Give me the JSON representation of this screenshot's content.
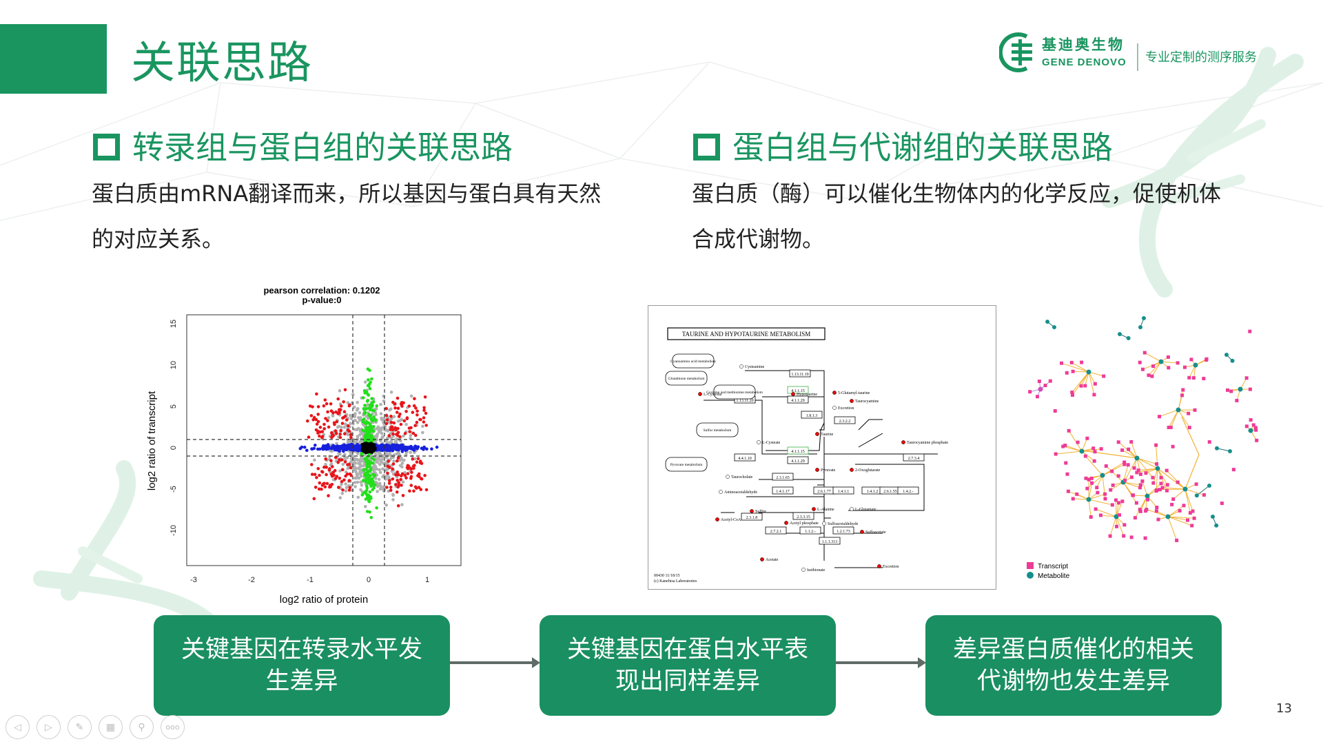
{
  "slide": {
    "title": "关联思路",
    "page_number": "13",
    "accent_color": "#1a9560"
  },
  "logo": {
    "name_cn": "基迪奥生物",
    "name_en": "GENE DENOVO",
    "slogan": "专业定制的测序服务"
  },
  "left_section": {
    "heading": "转录组与蛋白组的关联思路",
    "body": "蛋白质由mRNA翻译而来，所以基因与蛋白具有天然的对应关系。"
  },
  "right_section": {
    "heading": "蛋白组与代谢组的关联思路",
    "body": "蛋白质（酶）可以催化生物体内的化学反应，促使机体合成代谢物。"
  },
  "scatter_figure": {
    "title_line1": "pearson correlation: 0.1202",
    "title_line2": "p-value:0",
    "xlabel": "log2 ratio of protein",
    "ylabel": "log2 ratio of transcript",
    "x_ticks": [
      "-3",
      "-2",
      "-1",
      "0",
      "1"
    ],
    "y_ticks": [
      "15",
      "10",
      "5",
      "0",
      "-5",
      "-10"
    ]
  },
  "pathway_figure": {
    "title": "TAURINE AND HYPOTAURINE METABOLISM",
    "footer_line1": "00430 11/18/15",
    "footer_line2": "(c) Kanehisa Laboratories",
    "compounds": [
      "Cysteamine",
      "Hypotaurine",
      "5-Glutamyl-taurine",
      "Excretion",
      "Taurocyamine",
      "L-Cysteine",
      "L-Cysteate",
      "Taurine",
      "Taurocyamine phosphate",
      "Taurocholate",
      "Pyruvate",
      "2-Oxoglutarate",
      "Aminoacetaldehyde",
      "Sulfite",
      "L-Alanine",
      "L-Glutamate",
      "Acetyl-CoA",
      "Acetyl phosphate",
      "Sulfoacetaldehyde",
      "Sulfoacetate",
      "Acetate",
      "Isethionate",
      "Excretion"
    ],
    "maps": [
      "Cyanoamino acid metabolism",
      "Glutathione metabolism",
      "Cysteine and methionine metabolism",
      "Sulfur metabolism",
      "Pyruvate metabolism"
    ],
    "enzymes": [
      "1.13.11.19",
      "1.13.11.20",
      "4.1.1.15",
      "4.1.1.29",
      "1.8.1.3",
      "2.3.2.2",
      "4.4.1.10",
      "4.1.1.15",
      "4.1.1.29",
      "2.3.1.65",
      "2.7.3.4",
      "1.4.1.17",
      "2.6.1.77",
      "1.4.1.1",
      "1.4.1.2",
      "2.6.1.55",
      "1.4.2.-",
      "2.3.1.8",
      "2.3.3.15",
      "2.7.2.1",
      "1.1.2.-",
      "1.2.1.73",
      "1.1.1.313"
    ]
  },
  "network_figure": {
    "legend": [
      {
        "label": "Transcript",
        "color": "#ee3b97"
      },
      {
        "label": "Metabolite",
        "color": "#168f8c"
      }
    ]
  },
  "flow": [
    {
      "text": "关键基因在转录水平发生差异"
    },
    {
      "text": "关键基因在蛋白水平表现出同样差异"
    },
    {
      "text": "差异蛋白质催化的相关代谢物也发生差异"
    }
  ],
  "toolbar": {
    "icons": [
      "prev-icon",
      "next-icon",
      "pen-icon",
      "grid-icon",
      "zoom-icon",
      "more-icon"
    ],
    "more_label": "ooo"
  }
}
